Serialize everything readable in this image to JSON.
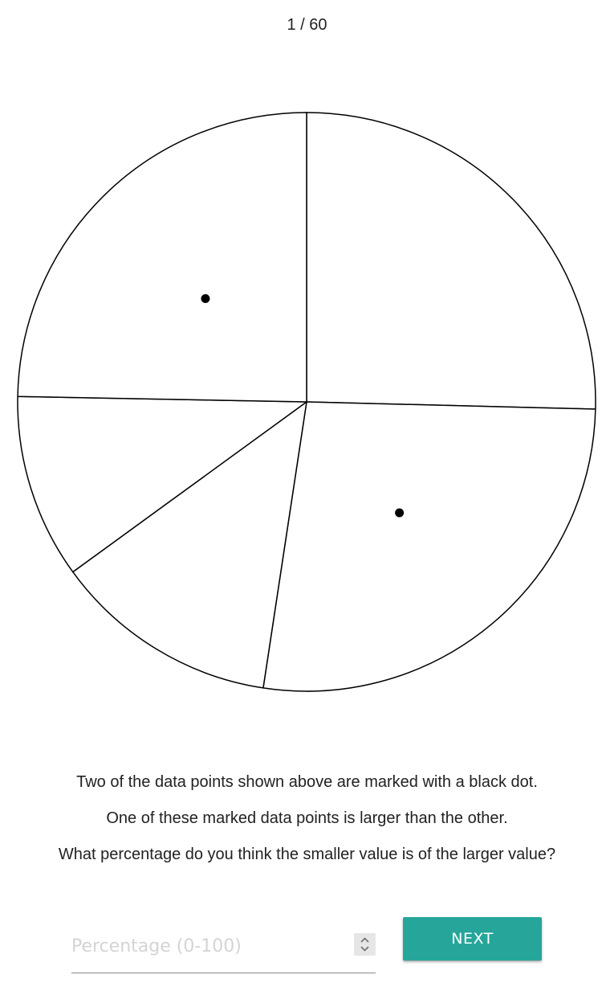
{
  "progress": {
    "text": "1 / 60"
  },
  "chart_data": {
    "type": "pie",
    "marked_slices": [
      1,
      4
    ],
    "colors": {
      "fill": "#ffffff",
      "stroke": "#000000",
      "dot": "#000000"
    },
    "slices": [
      {
        "value": 25.4
      },
      {
        "value": 27.0
      },
      {
        "value": 12.6
      },
      {
        "value": 10.3
      },
      {
        "value": 24.7
      }
    ]
  },
  "questions": {
    "line1": "Two of the data points shown above are marked with a black dot.",
    "line2": "One of these marked data points is larger than the other.",
    "line3": "What percentage do you think the smaller value is of the larger value?"
  },
  "answer": {
    "placeholder": "Percentage (0-100)",
    "value": ""
  },
  "next_button": {
    "label": "NEXT"
  },
  "icons": {
    "spinner": "up-down-arrows-icon"
  }
}
